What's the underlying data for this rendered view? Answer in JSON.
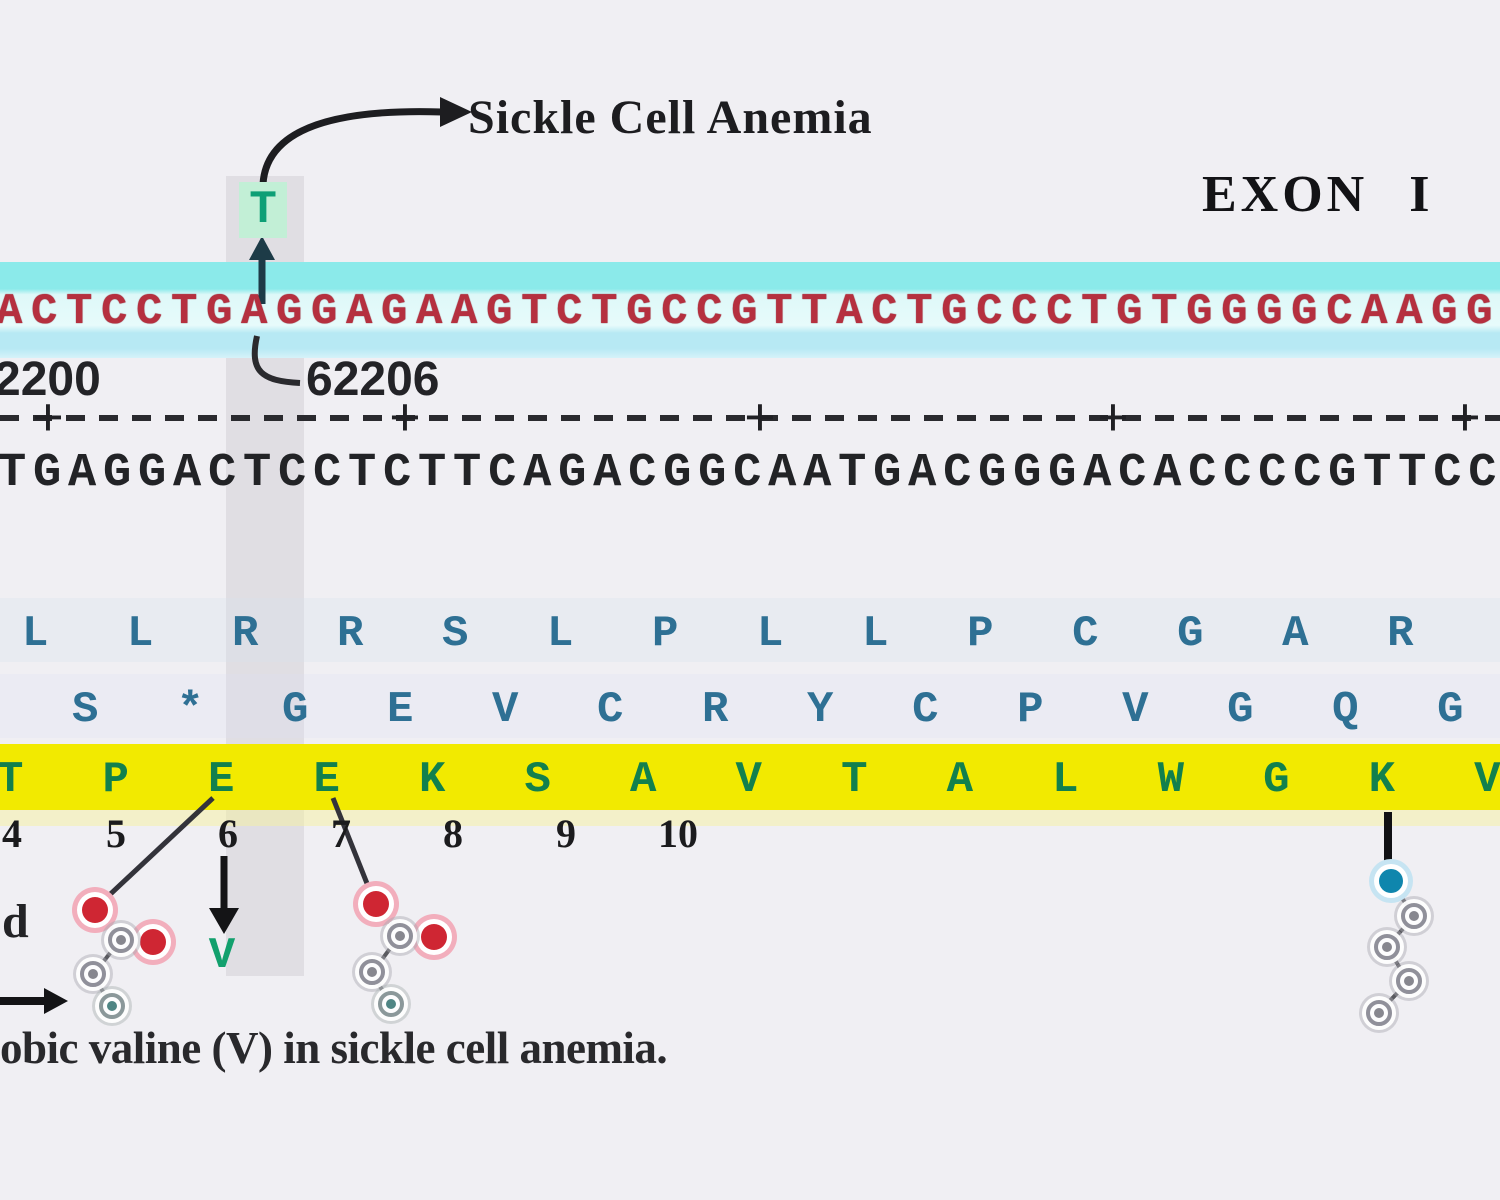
{
  "annotations": {
    "sickle_label": "Sickle Cell Anemia",
    "exon_label": "EXON I",
    "bottom_caption": "obic valine (V) in sickle cell anemia.",
    "left_fragment": "d"
  },
  "mutation": {
    "substituted_base": "T",
    "mutant_residue": "V"
  },
  "sequences": {
    "sense_strand": "ACTCCTGAGGAGAAGTCTGCCGTTACTGCCCTGTGGGGCAAGG",
    "template_strand": "TGAGGACTCCTCTTCAGACGGCAATGACGGGACACCCCGTTCC"
  },
  "coordinates": {
    "left_tick": "2200",
    "right_tick": "62206"
  },
  "ruler": {
    "plus": "+"
  },
  "reading_frames": {
    "frame1": "L L R R S L P L L P C G A R",
    "frame2": "S * G E V C R Y C P V G Q G",
    "protein": "T P E E K S A V T A L W G K V"
  },
  "codon_numbers": [
    "4",
    "5",
    "6",
    "7",
    "8",
    "9",
    "10"
  ],
  "colors": {
    "highlight_yellow": "#f2ea00",
    "band_cyan": "#8beaea",
    "sequence_red": "#b5303f",
    "amino_blue": "#2e7094",
    "amino_green": "#12804d",
    "mutation_green": "#0e9f76",
    "oxygen_red": "#cf2633",
    "nitrogen_blue": "#0f86ad"
  }
}
